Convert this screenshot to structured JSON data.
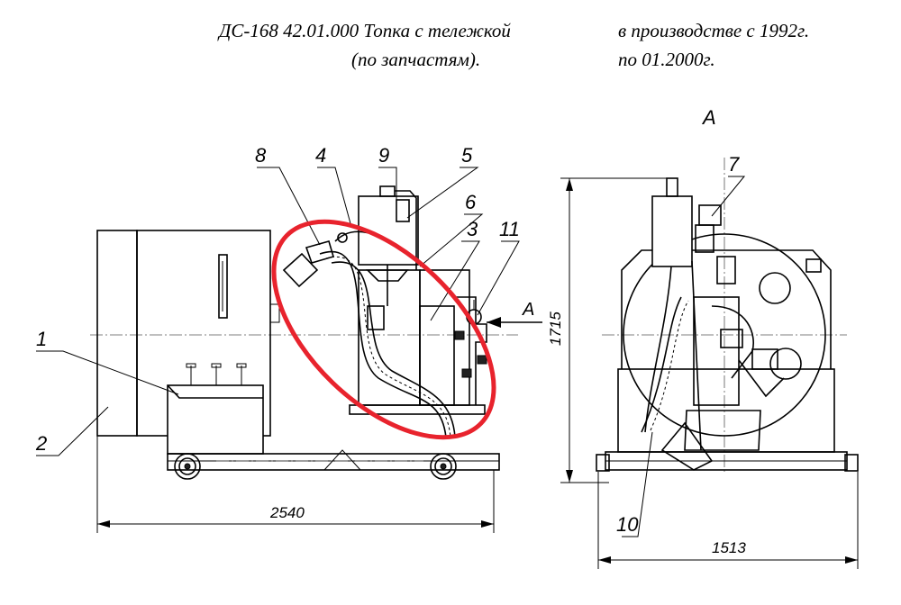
{
  "title": {
    "line1": "ДС-168 42.01.000 Топка с тележкой",
    "line2": "(по запчастям).",
    "production_line1": "в производстве с 1992г.",
    "production_line2": "по 01.2000г."
  },
  "view_label": "А",
  "arrow_label": "А",
  "callouts": [
    "1",
    "2",
    "3",
    "4",
    "5",
    "6",
    "7",
    "8",
    "9",
    "10",
    "11"
  ],
  "dimensions": {
    "length": "2540",
    "width": "1513",
    "height": "1715"
  },
  "highlight_color": "#e8232d"
}
